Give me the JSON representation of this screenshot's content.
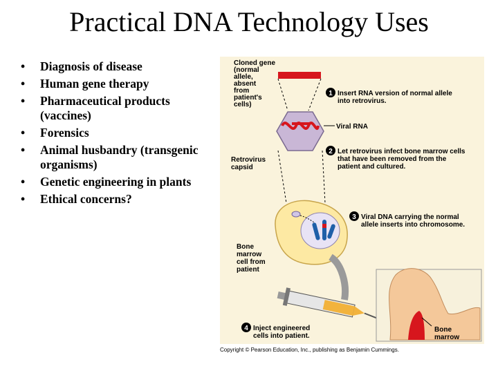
{
  "slide": {
    "title": "Practical DNA Technology Uses",
    "bullet_glyph": "•",
    "bullets": [
      "Diagnosis of disease",
      "Human gene therapy",
      "Pharmaceutical products (vaccines)",
      "Forensics",
      "Animal husbandry (transgenic organisms)",
      "Genetic engineering in plants",
      "Ethical concerns?"
    ]
  },
  "figure": {
    "cloned_gene": [
      "Cloned gene",
      "(normal",
      "allele,",
      "absent",
      "from",
      "patient's",
      "cells)"
    ],
    "step1": {
      "num": "1",
      "lines": [
        "Insert RNA version of normal allele",
        "into retrovirus."
      ]
    },
    "viral_rna": "Viral RNA",
    "retrovirus_capsid": [
      "Retrovirus",
      "capsid"
    ],
    "step2": {
      "num": "2",
      "lines": [
        "Let retrovirus infect bone marrow cells",
        "that have been removed from the",
        "patient and cultured."
      ]
    },
    "step3": {
      "num": "3",
      "lines": [
        "Viral DNA carrying the normal",
        "allele inserts into chromosome."
      ]
    },
    "bone_marrow_cell": [
      "Bone",
      "marrow",
      "cell from",
      "patient"
    ],
    "step4": {
      "num": "4",
      "lines": [
        "Inject engineered",
        "cells into patient."
      ]
    },
    "bone_marrow": [
      "Bone",
      "marrow"
    ],
    "copyright": "Copyright © Pearson Education, Inc., publishing as Benjamin Cummings.",
    "colors": {
      "background": "#faf3dc",
      "gene": "#d7161d",
      "capsid": "#c9b7d6",
      "cell": "#fde9a3",
      "nucleus": "#e8e3f5",
      "chromosome": "#1f5fa8",
      "bone": "#f4c89a"
    }
  }
}
